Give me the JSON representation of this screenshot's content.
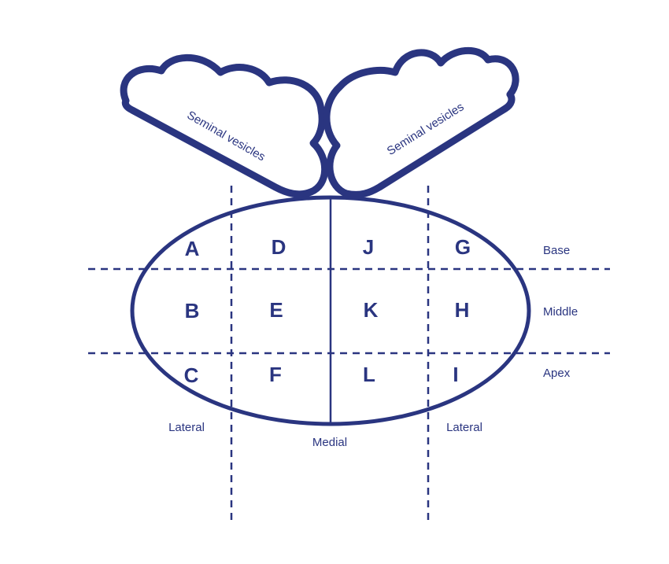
{
  "colors": {
    "ink": "#2a3580",
    "background": "#ffffff"
  },
  "seminal_vesicles": {
    "left": "Seminal vesicles",
    "right": "Seminal vesicles"
  },
  "zones": {
    "base": [
      "A",
      "D",
      "J",
      "G"
    ],
    "middle": [
      "B",
      "E",
      "K",
      "H"
    ],
    "apex": [
      "C",
      "F",
      "L",
      "I"
    ]
  },
  "rows": {
    "base": "Base",
    "middle": "Middle",
    "apex": "Apex"
  },
  "columns": {
    "lateral_left": "Lateral",
    "medial": "Medial",
    "lateral_right": "Lateral"
  }
}
